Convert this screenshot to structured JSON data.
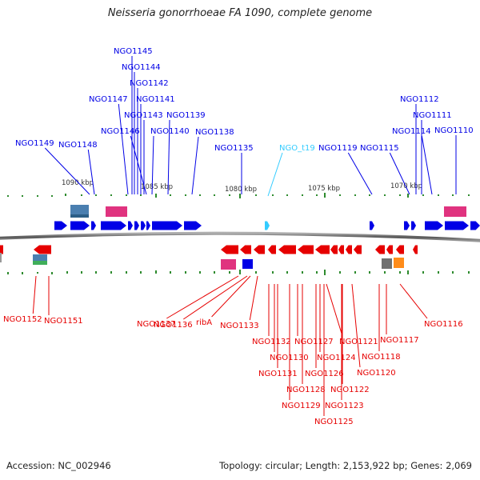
{
  "title": "Neisseria gonorrhoeae FA 1090, complete genome",
  "footer": {
    "accession": "Accession: NC_002946",
    "summary": "Topology: circular; Length: 2,153,922 bp; Genes: 2,069"
  },
  "colors": {
    "top_strand": "#0000e6",
    "bottom_strand": "#e60000",
    "trna": "#33ccff",
    "genome_line": "#777777",
    "tick": "#2e8b2e",
    "feature_pink": "#e0337f",
    "feature_steelblue": "#4a7fb0",
    "feature_gray": "#707070",
    "feature_orange": "#ff8c1a",
    "feature_green": "#3fae5a"
  },
  "scale_labels": [
    "1090 kbp",
    "1085 kbp",
    "1080 kbp",
    "1075 kbp",
    "1070 kbp"
  ],
  "top_genes": [
    "NGO1145",
    "NGO1144",
    "NGO1142",
    "NGO1147",
    "NGO1141",
    "NGO1143",
    "NGO1139",
    "NGO1146",
    "NGO1140",
    "NGO1138",
    "NGO1149",
    "NGO1148",
    "NGO1135",
    "NGO_t19",
    "NGO1119",
    "NGO1115",
    "NGO1112",
    "NGO1111",
    "NGO1114",
    "NGO1110"
  ],
  "bottom_genes": [
    "NGO1152",
    "NGO1151",
    "NGO1137",
    "NGO1136",
    "ribA",
    "NGO1133",
    "NGO1132",
    "NGO1127",
    "NGO1121",
    "NGO1130",
    "NGO1124",
    "NGO1118",
    "NGO1117",
    "NGO1116",
    "NGO1131",
    "NGO1126",
    "NGO1120",
    "NGO1128",
    "NGO1122",
    "NGO1129",
    "NGO1123",
    "NGO1125"
  ]
}
